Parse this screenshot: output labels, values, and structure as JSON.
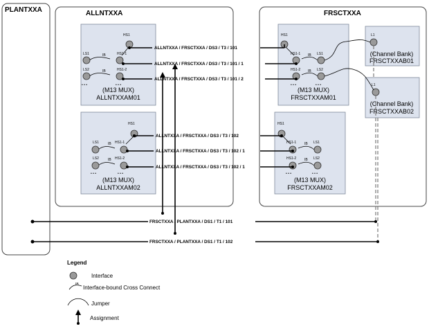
{
  "sites": {
    "plant": "PLANTXXA",
    "alln": "ALLNTXXA",
    "frsc": "FRSCTXXA"
  },
  "devices": {
    "alln_m01": {
      "type": "(M13 MUX)",
      "name": "ALLNTXXAM01",
      "hs1": "HS1",
      "hs1_1": "HS1-1",
      "hs1_2": "HS1-2",
      "ls1": "LS1",
      "ls2": "LS2"
    },
    "alln_m02": {
      "type": "(M13 MUX)",
      "name": "ALLNTXXAM02",
      "hs1": "HS1",
      "hs1_1": "HS1-1",
      "hs1_2": "HS1-2",
      "ls1": "LS1",
      "ls2": "LS2"
    },
    "frsc_m01": {
      "type": "(M13 MUX)",
      "name": "FRSCTXXAM01",
      "hs1": "HS1",
      "hs1_1": "HS1-1",
      "hs1_2": "HS1-2",
      "ls1": "LS1",
      "ls2": "LS2"
    },
    "frsc_m02": {
      "type": "(M13 MUX)",
      "name": "FRSCTXXAM02",
      "hs1": "HS1",
      "hs1_1": "HS1-1",
      "hs1_2": "HS1-2",
      "ls1": "LS1",
      "ls2": "LS2"
    },
    "frsc_ab01": {
      "type": "(Channel Bank)",
      "name": "FRSCTXXAB01",
      "port": "L1"
    },
    "frsc_ab02": {
      "type": "(Channel Bank)",
      "name": "FRSCTXXAB02",
      "port": "L1"
    }
  },
  "xc_marker": "IB",
  "dots": "• • •",
  "circuits": {
    "c1": "ALLNTXXA / FRSCTXXA / DS3 / T3 / 101",
    "c2": "ALLNTXXA / FRSCTXXA / DS3 / T3 / 101 / 1",
    "c3": "ALLNTXXA / FRSCTXXA / DS3 / T3 / 101 / 2",
    "c4": "ALLNTXXA / FRSCTXXA / DS3 / T3 / 102",
    "c5": "ALLNTXXA / FRSCTXXA / DS3 / T3 / 102 / 1",
    "c6": "ALLNTXXA / FRSCTXXA / DS3 / T3 / 102 / 1",
    "c7": "FRSCTXXA / PLANTXXA / DS1 / T1 / 101",
    "c8": "FRSCTXXA / PLANTXXA / DS1 / T1 / 102"
  },
  "legend": {
    "title": "Legend",
    "interface": "Interface",
    "xconnect": "Interface-bound Cross Connect",
    "jumper": "Jumper",
    "assignment": "Assignment"
  }
}
